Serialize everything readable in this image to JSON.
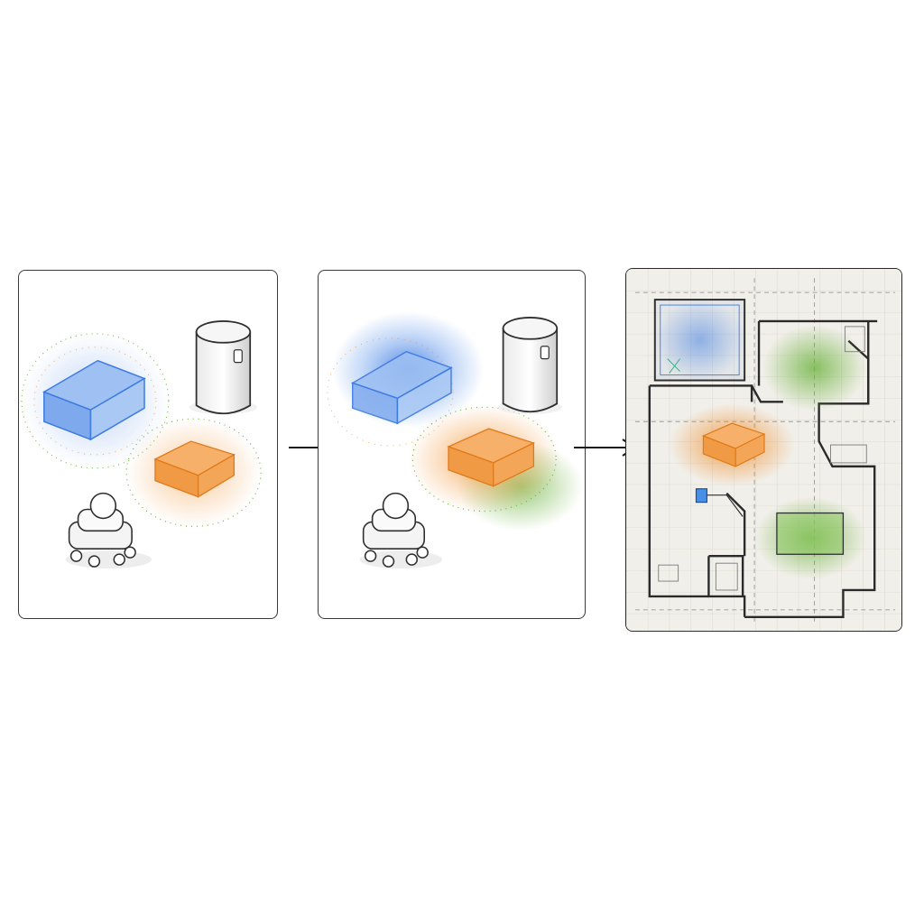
{
  "diagram": {
    "panels": [
      {
        "id": "object-detection-view",
        "objects": [
          "blue-box",
          "orange-box",
          "cylinder",
          "robot"
        ]
      },
      {
        "id": "semantic-fusion-view",
        "objects": [
          "blue-box",
          "orange-box",
          "cylinder",
          "robot"
        ]
      },
      {
        "id": "floor-plan-map-view",
        "objects": [
          "blue-room",
          "orange-box",
          "green-room-top",
          "green-room-bottom",
          "robot-marker"
        ]
      }
    ],
    "connectors": [
      "arrow",
      "arrow"
    ]
  },
  "colors": {
    "blue": "#3d7be0",
    "orange": "#f08a24",
    "green": "#6db33f",
    "outline": "#2f2f2f",
    "map_background": "#f1efe9"
  }
}
